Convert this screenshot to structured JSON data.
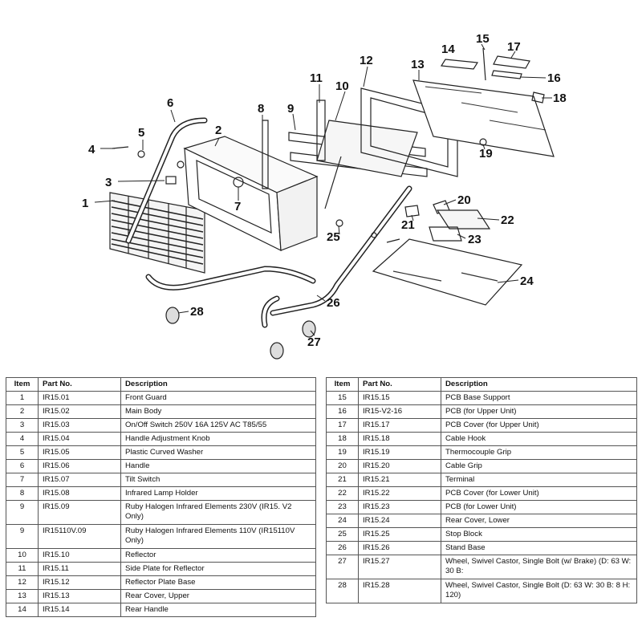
{
  "diagram": {
    "callouts": [
      "1",
      "2",
      "3",
      "4",
      "5",
      "6",
      "7",
      "8",
      "9",
      "10",
      "11",
      "12",
      "13",
      "14",
      "15",
      "16",
      "17",
      "18",
      "19",
      "20",
      "21",
      "22",
      "23",
      "24",
      "25",
      "26",
      "27",
      "28"
    ]
  },
  "table_headers": {
    "item": "Item",
    "part_no": "Part No.",
    "description": "Description"
  },
  "left_table": [
    {
      "item": "1",
      "part_no": "IR15.01",
      "description": "Front Guard"
    },
    {
      "item": "2",
      "part_no": "IR15.02",
      "description": "Main Body"
    },
    {
      "item": "3",
      "part_no": "IR15.03",
      "description": "On/Off Switch 250V 16A 125V AC T85/55"
    },
    {
      "item": "4",
      "part_no": "IR15.04",
      "description": "Handle Adjustment Knob"
    },
    {
      "item": "5",
      "part_no": "IR15.05",
      "description": "Plastic Curved Washer"
    },
    {
      "item": "6",
      "part_no": "IR15.06",
      "description": "Handle"
    },
    {
      "item": "7",
      "part_no": "IR15.07",
      "description": "Tilt Switch"
    },
    {
      "item": "8",
      "part_no": "IR15.08",
      "description": "Infrared Lamp Holder"
    },
    {
      "item": "9",
      "part_no": "IR15.09",
      "description": "Ruby Halogen Infrared Elements 230V  (IR15. V2 Only)"
    },
    {
      "item": "9",
      "part_no": "IR15110V.09",
      "description": "Ruby Halogen Infrared Elements 110V  (IR15110V Only)"
    },
    {
      "item": "10",
      "part_no": "IR15.10",
      "description": "Reflector"
    },
    {
      "item": "11",
      "part_no": "IR15.11",
      "description": "Side Plate for Reflector"
    },
    {
      "item": "12",
      "part_no": "IR15.12",
      "description": "Reflector Plate Base"
    },
    {
      "item": "13",
      "part_no": "IR15.13",
      "description": "Rear Cover, Upper"
    },
    {
      "item": "14",
      "part_no": "IR15.14",
      "description": "Rear Handle"
    }
  ],
  "right_table": [
    {
      "item": "15",
      "part_no": "IR15.15",
      "description": "PCB Base Support"
    },
    {
      "item": "16",
      "part_no": "IR15-V2-16",
      "description": "PCB (for Upper Unit)"
    },
    {
      "item": "17",
      "part_no": "IR15.17",
      "description": "PCB Cover (for Upper Unit)"
    },
    {
      "item": "18",
      "part_no": "IR15.18",
      "description": "Cable Hook"
    },
    {
      "item": "19",
      "part_no": "IR15.19",
      "description": "Thermocouple Grip"
    },
    {
      "item": "20",
      "part_no": "IR15.20",
      "description": "Cable Grip"
    },
    {
      "item": "21",
      "part_no": "IR15.21",
      "description": "Terminal"
    },
    {
      "item": "22",
      "part_no": "IR15.22",
      "description": "PCB Cover (for Lower Unit)"
    },
    {
      "item": "23",
      "part_no": "IR15.23",
      "description": "PCB (for Lower Unit)"
    },
    {
      "item": "24",
      "part_no": "IR15.24",
      "description": "Rear Cover, Lower"
    },
    {
      "item": "25",
      "part_no": "IR15.25",
      "description": "Stop Block"
    },
    {
      "item": "26",
      "part_no": "IR15.26",
      "description": "Stand Base"
    },
    {
      "item": "27",
      "part_no": "IR15.27",
      "description": "Wheel, Swivel Castor, Single Bolt (w/ Brake) (D: 63 W: 30 B:"
    },
    {
      "item": "28",
      "part_no": "IR15.28",
      "description": "Wheel, Swivel Castor, Single Bolt (D: 63 W: 30 B: 8 H: 120)"
    }
  ]
}
